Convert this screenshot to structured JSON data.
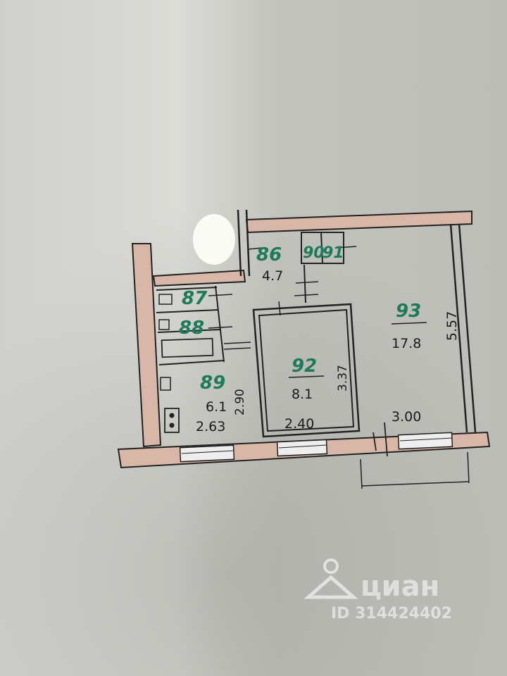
{
  "plan": {
    "rooms": [
      {
        "id": "86",
        "area": "4.7"
      },
      {
        "id": "87",
        "area": ""
      },
      {
        "id": "88",
        "area": ""
      },
      {
        "id": "89",
        "area": "6.1"
      },
      {
        "id": "90",
        "area": ""
      },
      {
        "id": "91",
        "area": ""
      },
      {
        "id": "92",
        "area": "8.1"
      },
      {
        "id": "93",
        "area": "17.8"
      }
    ],
    "dimensions": {
      "kitchen_width": "2.63",
      "kitchen_depth": "2.90",
      "bedroom_width": "2.40",
      "bedroom_depth": "3.37",
      "living_width": "3.00",
      "living_depth": "5.57"
    },
    "colors": {
      "wall_fill": "#d8b7a8",
      "wall_line": "#222222",
      "room_number": "#1f7a5c"
    }
  },
  "watermark": {
    "brand": "циан",
    "listing_id": "ID 314424402",
    "icon": "map-pin-icon"
  }
}
